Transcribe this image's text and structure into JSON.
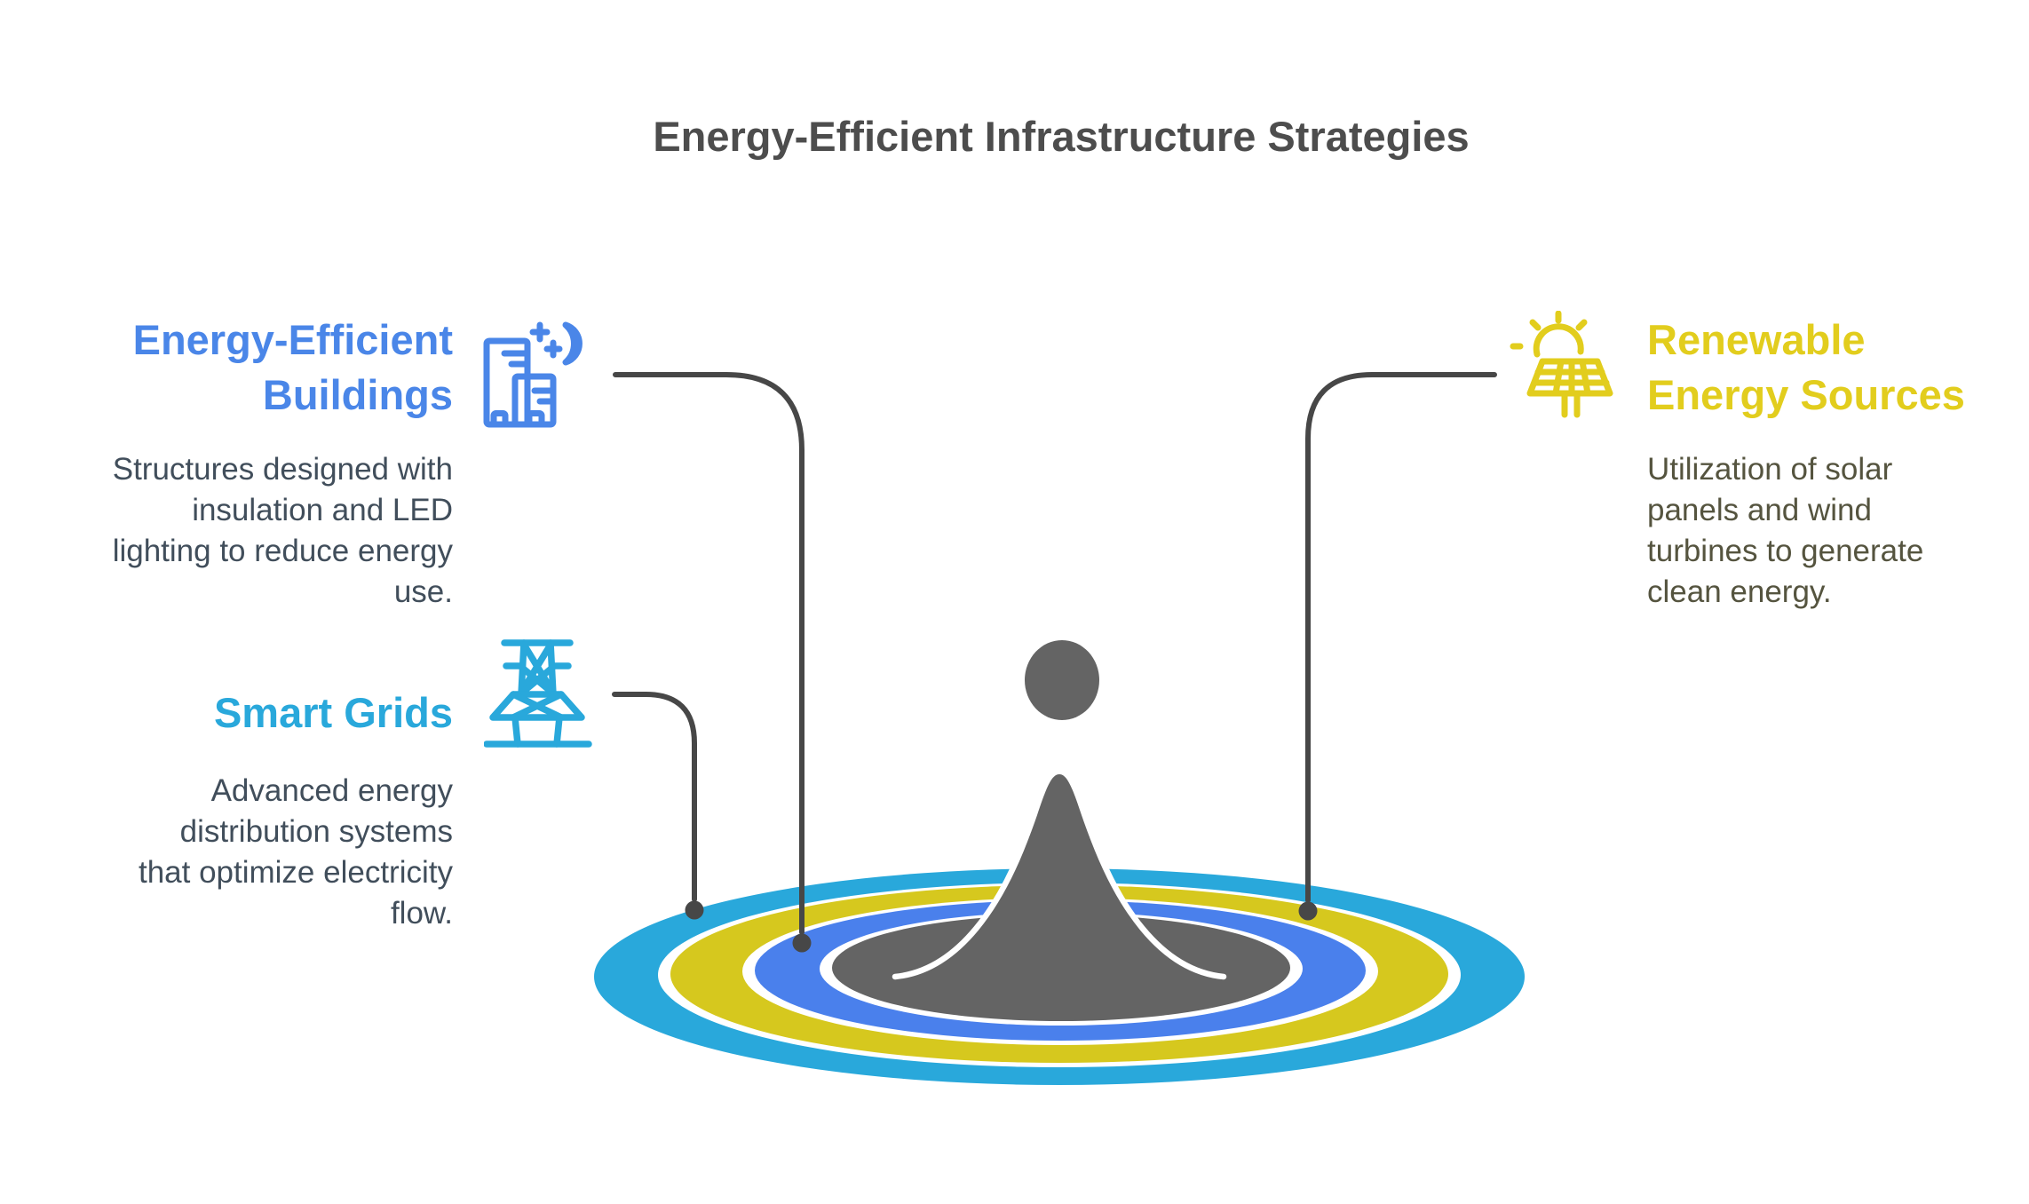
{
  "title": "Energy-Efficient Infrastructure Strategies",
  "sections": [
    {
      "id": "energy-efficient-buildings",
      "heading_lines": [
        "Energy-Efficient",
        "Buildings"
      ],
      "desc_lines": [
        "Structures designed with",
        "insulation and LED",
        "lighting to reduce energy",
        "use."
      ],
      "icon": "buildings-night-icon",
      "accent": "#4a86e8"
    },
    {
      "id": "smart-grids",
      "heading_lines": [
        "Smart Grids"
      ],
      "desc_lines": [
        "Advanced energy",
        "distribution systems",
        "that optimize electricity",
        "flow."
      ],
      "icon": "transmission-tower-icon",
      "accent": "#29a8db"
    },
    {
      "id": "renewable-energy-sources",
      "heading_lines": [
        "Renewable",
        "Energy Sources"
      ],
      "desc_lines": [
        "Utilization of solar",
        "panels and wind",
        "turbines to generate",
        "clean energy."
      ],
      "icon": "solar-panel-sun-icon",
      "accent": "#e2cd1d"
    }
  ],
  "figure": {
    "name": "person-ripple-figure",
    "meaning": "Abstract person rising like a droplet from concentric ripple rings",
    "ring_colors": [
      "#29a8db",
      "#d6c81e",
      "#4a80ec",
      "#646464"
    ],
    "figure_color": "#646464"
  },
  "colors": {
    "background": "#ffffff",
    "title_text": "#4d4d4d",
    "body_text": "#414e5b",
    "body_text_renewable": "#55543f",
    "connector": "#474747",
    "accent_blue": "#4a86e8",
    "accent_cyan": "#29a8db",
    "accent_yellow": "#e2cd1d"
  }
}
